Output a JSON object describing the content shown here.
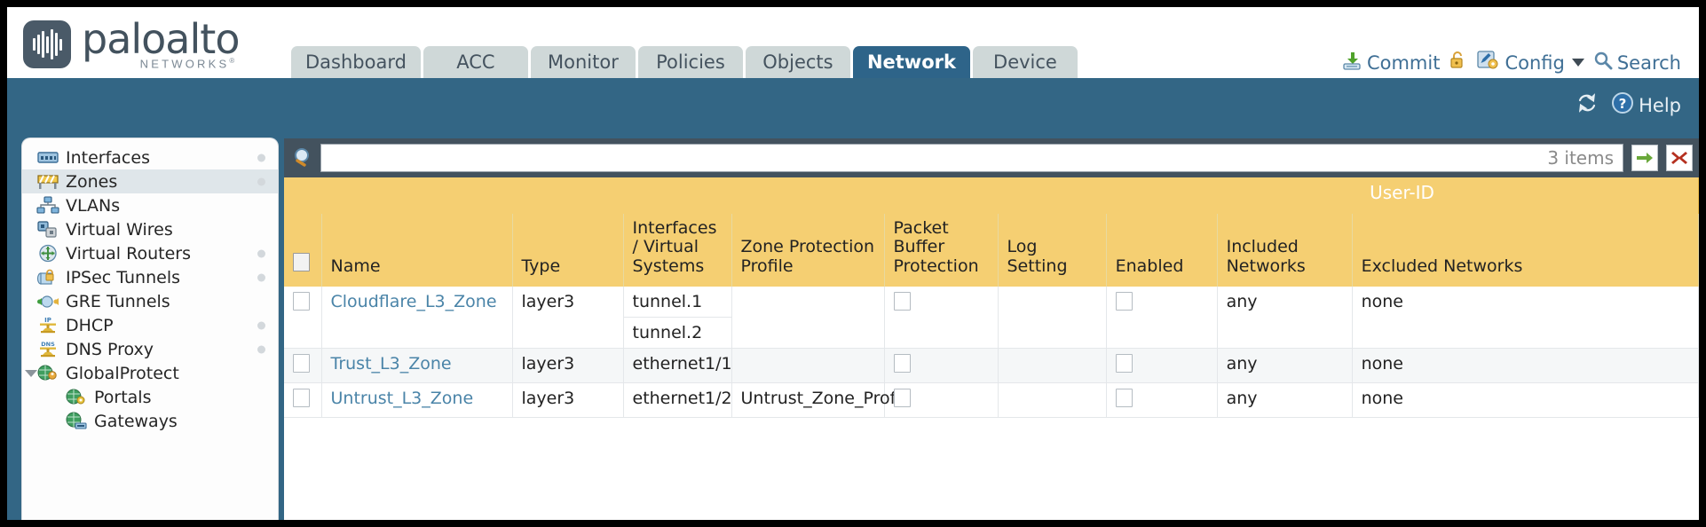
{
  "brand": {
    "name": "paloalto",
    "tagline": "NETWORKS",
    "registered": "®"
  },
  "tabs": [
    {
      "label": "Dashboard",
      "active": false
    },
    {
      "label": "ACC",
      "active": false
    },
    {
      "label": "Monitor",
      "active": false
    },
    {
      "label": "Policies",
      "active": false
    },
    {
      "label": "Objects",
      "active": false
    },
    {
      "label": "Network",
      "active": true
    },
    {
      "label": "Device",
      "active": false
    }
  ],
  "toolbar": {
    "commit": "Commit",
    "config": "Config",
    "search": "Search",
    "lock_icon": "lock-icon",
    "commit_icon": "commit-icon",
    "config_icon": "config-wrench-icon",
    "search_icon": "search-icon"
  },
  "subbar": {
    "refresh_icon": "refresh-icon",
    "help": "Help",
    "help_icon": "help-icon"
  },
  "sidebar": {
    "items": [
      {
        "label": "Interfaces",
        "icon": "interfaces-icon",
        "selected": false,
        "dot": true,
        "child": false,
        "twisty": false
      },
      {
        "label": "Zones",
        "icon": "zones-icon",
        "selected": true,
        "dot": true,
        "child": false,
        "twisty": false
      },
      {
        "label": "VLANs",
        "icon": "vlans-icon",
        "selected": false,
        "dot": false,
        "child": false,
        "twisty": false
      },
      {
        "label": "Virtual Wires",
        "icon": "virtual-wires-icon",
        "selected": false,
        "dot": false,
        "child": false,
        "twisty": false
      },
      {
        "label": "Virtual Routers",
        "icon": "virtual-routers-icon",
        "selected": false,
        "dot": true,
        "child": false,
        "twisty": false
      },
      {
        "label": "IPSec Tunnels",
        "icon": "ipsec-tunnels-icon",
        "selected": false,
        "dot": true,
        "child": false,
        "twisty": false
      },
      {
        "label": "GRE Tunnels",
        "icon": "gre-tunnels-icon",
        "selected": false,
        "dot": false,
        "child": false,
        "twisty": false
      },
      {
        "label": "DHCP",
        "icon": "dhcp-icon",
        "selected": false,
        "dot": true,
        "child": false,
        "twisty": false
      },
      {
        "label": "DNS Proxy",
        "icon": "dns-proxy-icon",
        "selected": false,
        "dot": true,
        "child": false,
        "twisty": false
      },
      {
        "label": "GlobalProtect",
        "icon": "globalprotect-icon",
        "selected": false,
        "dot": false,
        "child": false,
        "twisty": true
      },
      {
        "label": "Portals",
        "icon": "portals-icon",
        "selected": false,
        "dot": false,
        "child": true,
        "twisty": false
      },
      {
        "label": "Gateways",
        "icon": "gateways-icon",
        "selected": false,
        "dot": false,
        "child": true,
        "twisty": false
      }
    ]
  },
  "filterbar": {
    "search_icon": "search-icon",
    "query": "",
    "placeholder": "",
    "item_count": "3 items",
    "apply_icon": "apply-filter-arrow-icon",
    "clear_icon": "clear-filter-x-icon"
  },
  "table": {
    "group_header": {
      "label": "User-ID",
      "spans": 3
    },
    "columns": [
      "Name",
      "Type",
      "Interfaces / Virtual Systems",
      "Zone Protection Profile",
      "Packet Buffer Protection",
      "Log Setting",
      "Enabled",
      "Included Networks",
      "Excluded Networks"
    ],
    "rows": [
      {
        "name": "Cloudflare_L3_Zone",
        "type": "layer3",
        "interfaces": [
          "tunnel.1",
          "tunnel.2"
        ],
        "zone_protection_profile": "",
        "packet_buffer_protection": false,
        "log_setting": "",
        "userid_enabled": false,
        "included_networks": "any",
        "excluded_networks": "none"
      },
      {
        "name": "Trust_L3_Zone",
        "type": "layer3",
        "interfaces": [
          "ethernet1/1"
        ],
        "zone_protection_profile": "",
        "packet_buffer_protection": false,
        "log_setting": "",
        "userid_enabled": false,
        "included_networks": "any",
        "excluded_networks": "none"
      },
      {
        "name": "Untrust_L3_Zone",
        "type": "layer3",
        "interfaces": [
          "ethernet1/2"
        ],
        "zone_protection_profile": "Untrust_Zone_Prof",
        "packet_buffer_protection": false,
        "log_setting": "",
        "userid_enabled": false,
        "included_networks": "any",
        "excluded_networks": "none"
      }
    ]
  },
  "colors": {
    "brand_slate": "#43525e",
    "band_blue": "#336685",
    "active_tab": "#2e6489",
    "table_header_gold": "#f5cf72",
    "group_header_gold": "#e8b94b",
    "link_blue": "#4a84a8"
  }
}
